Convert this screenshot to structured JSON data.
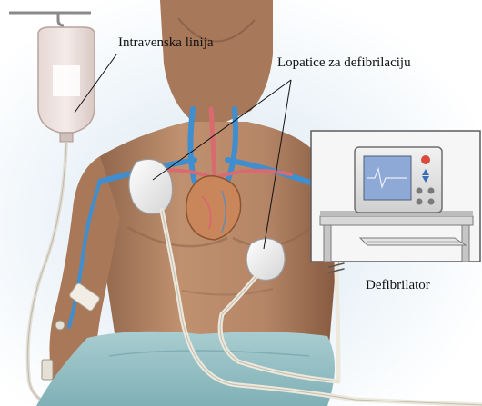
{
  "labels": {
    "iv_line": "Intravenska linija",
    "pads": "Lopatice za defibrilaciju",
    "defibrillator": "Defibrilator"
  },
  "colors": {
    "skin": "#b98a6a",
    "skin_shadow": "#8e644a",
    "vein": "#3f8fd0",
    "artery": "#d96a70",
    "heart": "#c9865a",
    "pad": "#f4f4f4",
    "cable": "#ece8dc",
    "bed_sheet": "#9cc4c8",
    "monitor_screen": "#8fa9d6",
    "monitor_button_red": "#d94b3c",
    "monitor_button_blue": "#3b6fb8"
  }
}
